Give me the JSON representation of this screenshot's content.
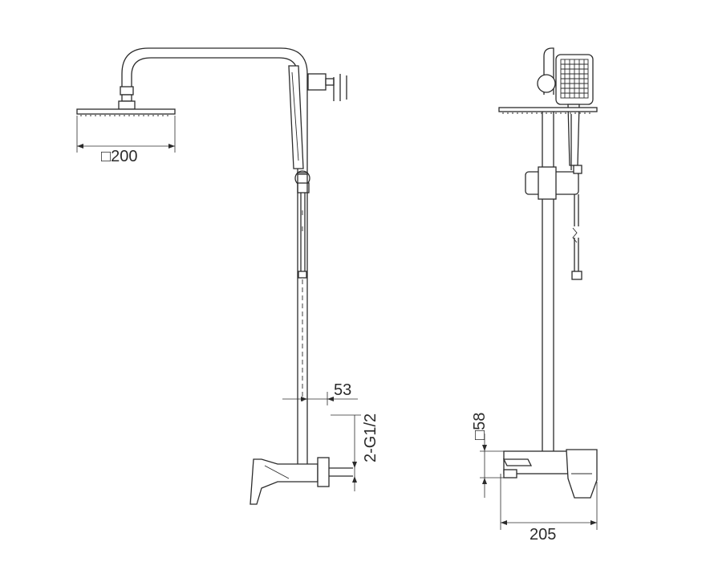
{
  "dimensions": {
    "shower_head": "□200",
    "pipe_offset": "53",
    "thread": "2-G1/2",
    "mixer_height": "□58",
    "depth": "205"
  }
}
